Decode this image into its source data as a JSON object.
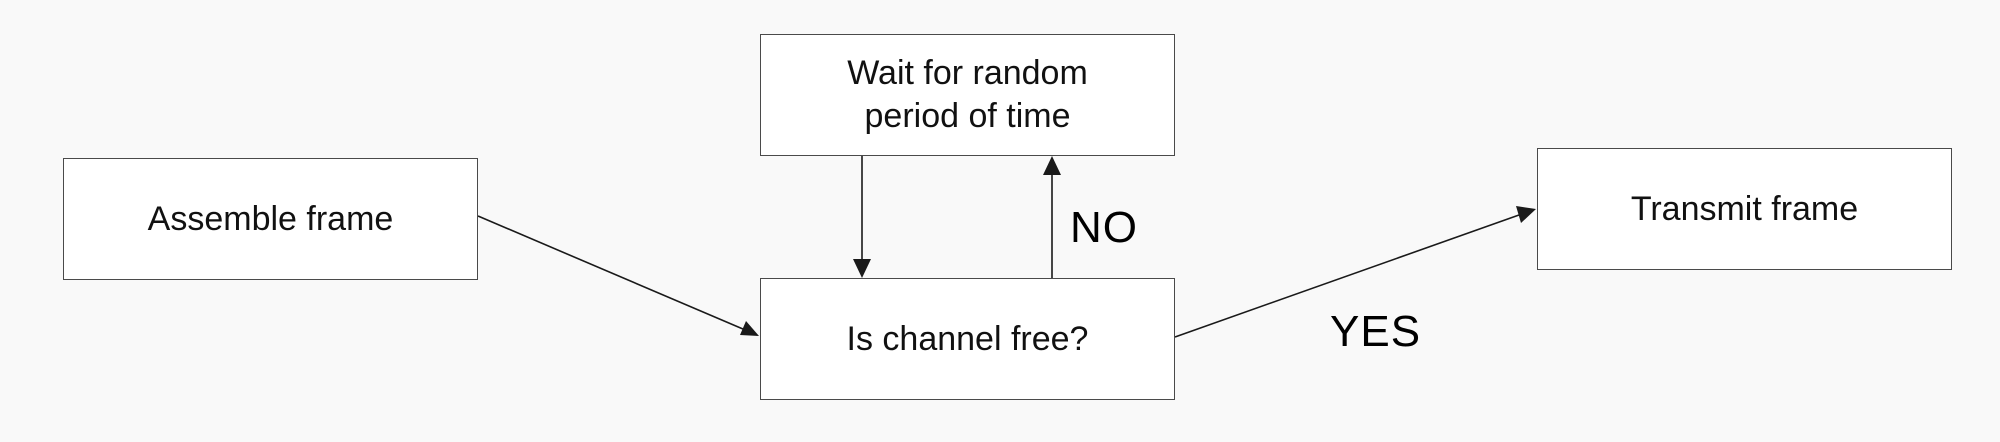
{
  "diagram": {
    "nodes": {
      "assemble": "Assemble frame",
      "check": "Is channel free?",
      "wait": "Wait for random\nperiod of time",
      "transmit": "Transmit frame"
    },
    "labels": {
      "no": "NO",
      "yes": "YES"
    },
    "colors": {
      "background": "#f9f9f9",
      "box_fill": "#ffffff",
      "box_border": "#4a4a4a",
      "arrow": "#1a1a1a",
      "text": "#111111"
    }
  }
}
